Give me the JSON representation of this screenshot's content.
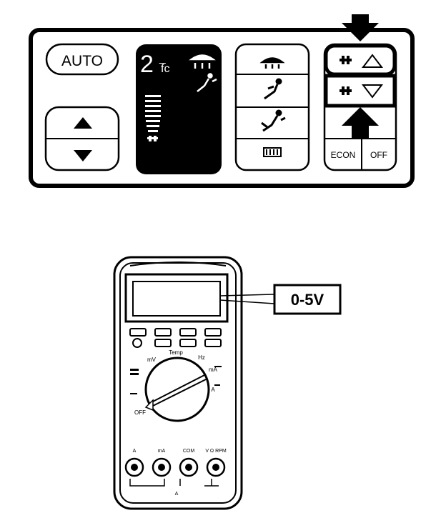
{
  "control_panel": {
    "auto_label": "AUTO",
    "display_temp": "2",
    "display_unit": "f̅c",
    "econ_label": "ECON",
    "off_label": "OFF"
  },
  "multimeter": {
    "reading": "0-5V",
    "terminals": [
      "A",
      "mA",
      "COM",
      "V Ω RPM"
    ],
    "dial_labels": [
      "OFF",
      "mV",
      "Temp",
      "Hz",
      "mA",
      "A"
    ],
    "bracket_label": "A"
  },
  "icons": {
    "fan_up": "fan-up-icon",
    "fan_down": "fan-down-icon",
    "defrost": "defrost-icon",
    "rear_defrost": "rear-defrost-icon",
    "face_mode": "face-mode-icon",
    "bilevel_mode": "bilevel-mode-icon",
    "foot_mode": "foot-mode-icon"
  }
}
